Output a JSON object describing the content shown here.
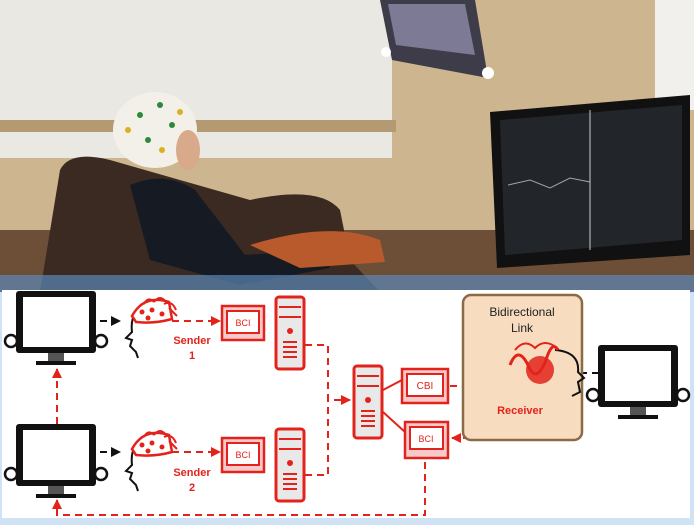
{
  "diagram": {
    "sender1": {
      "name": "Sender",
      "number": "1",
      "bci": "BCI"
    },
    "sender2": {
      "name": "Sender",
      "number": "2",
      "bci": "BCI"
    },
    "center": {
      "cbi": "CBI",
      "bci": "BCI"
    },
    "link": {
      "title_line1": "Bidirectional",
      "title_line2": "Link",
      "receiver": "Receiver"
    }
  },
  "colors": {
    "accent": "#e3231b",
    "link_box": "#f8dcbf",
    "link_border": "#8b6b45",
    "frame": "#cfe3f5"
  }
}
